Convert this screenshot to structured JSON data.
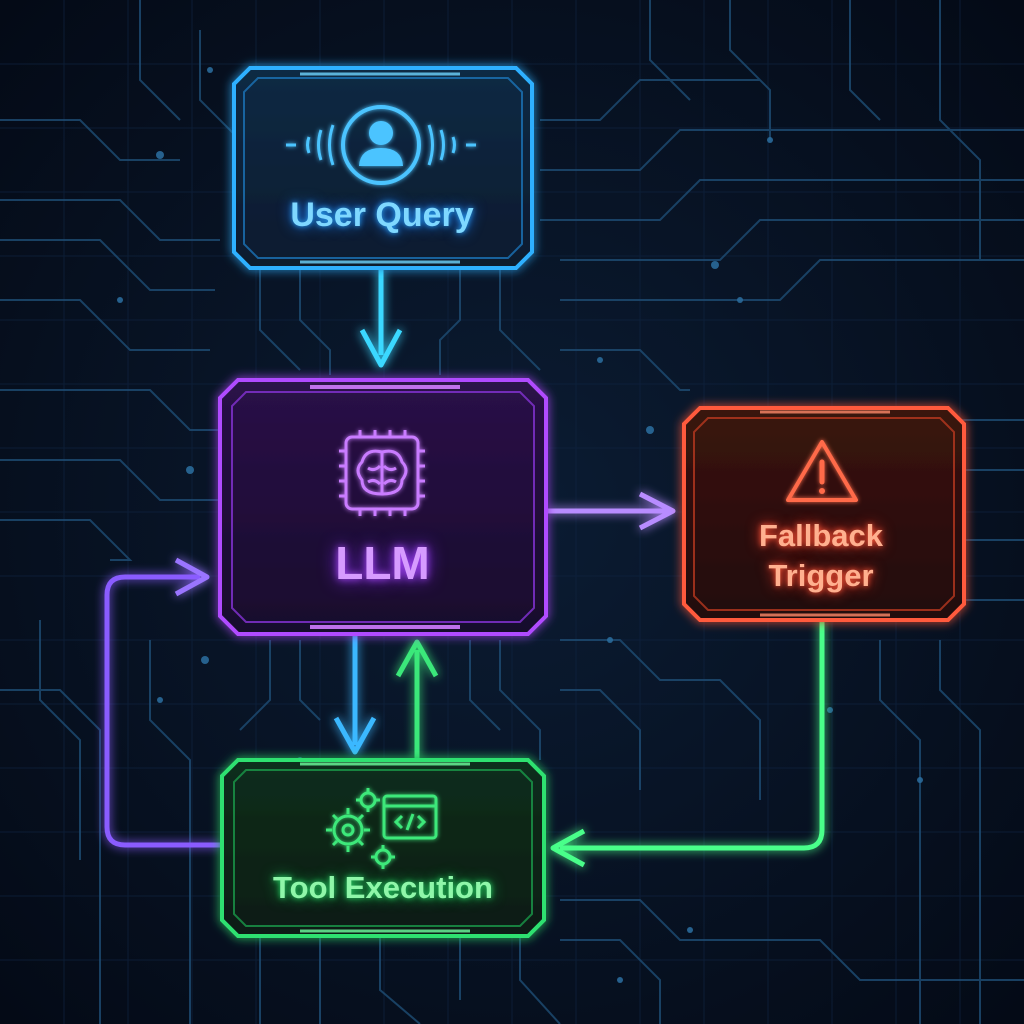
{
  "nodes": {
    "user_query": {
      "label": "User Query",
      "icon": "user-voice-icon",
      "color": "#33b8ff"
    },
    "llm": {
      "label": "LLM",
      "icon": "brain-chip-icon",
      "color": "#b44dff"
    },
    "fallback": {
      "label_line1": "Fallback",
      "label_line2": "Trigger",
      "icon": "warning-icon",
      "color": "#ff5a3c"
    },
    "tool_execution": {
      "label": "Tool Execution",
      "icon": "gears-code-icon",
      "color": "#2fe070"
    }
  },
  "edges": [
    {
      "from": "user_query",
      "to": "llm",
      "color": "#3ad8ff"
    },
    {
      "from": "llm",
      "to": "fallback",
      "color": "#b88cff"
    },
    {
      "from": "llm",
      "to": "tool_execution",
      "color": "#3ab8ff"
    },
    {
      "from": "tool_execution",
      "to": "llm",
      "color": "#3ae87a"
    },
    {
      "from": "tool_execution",
      "to": "llm",
      "color": "#8a5cff"
    },
    {
      "from": "fallback",
      "to": "tool_execution",
      "color": "#4aff8a"
    }
  ],
  "background": {
    "color": "#050d1c",
    "circuit_color": "#1b3c5e"
  }
}
